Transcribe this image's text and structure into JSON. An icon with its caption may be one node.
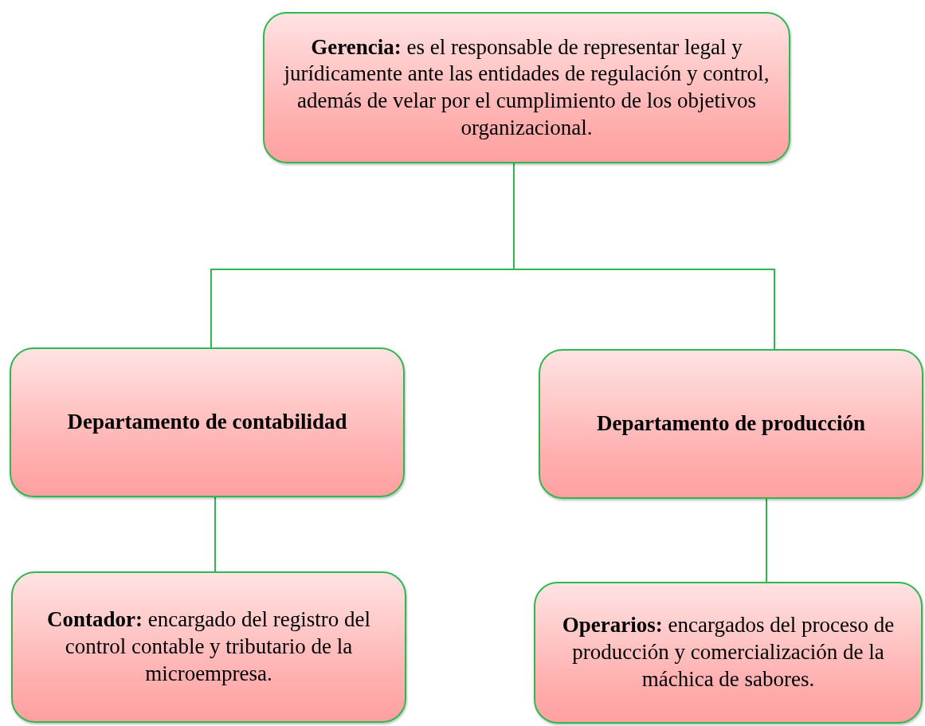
{
  "diagram": {
    "nodes": [
      {
        "text": [
          "**Gerencia:** es el responsable de representar legal y jurídicamente ante las entidades de regulación y control, además de velar por el cumplimiento de los objetivos organizacional."
        ]
      },
      {
        "text": [
          "Departamento de contabilidad"
        ]
      },
      {
        "text": [
          "Departamento de producción"
        ]
      },
      {
        "text": [
          "**Contador:** encargado del registro del control contable y tributario de la microempresa."
        ]
      },
      {
        "text": [
          "**Operarios:** encargados del proceso de producción y comercialización de la máchica de sabores."
        ]
      }
    ],
    "edges": [
      {
        "from": 0,
        "to": 1,
        "arrow": "none"
      },
      {
        "from": 0,
        "to": 2,
        "arrow": "none"
      },
      {
        "from": 1,
        "to": 3,
        "arrow": "none"
      },
      {
        "from": 2,
        "to": 4,
        "arrow": "none"
      }
    ]
  }
}
